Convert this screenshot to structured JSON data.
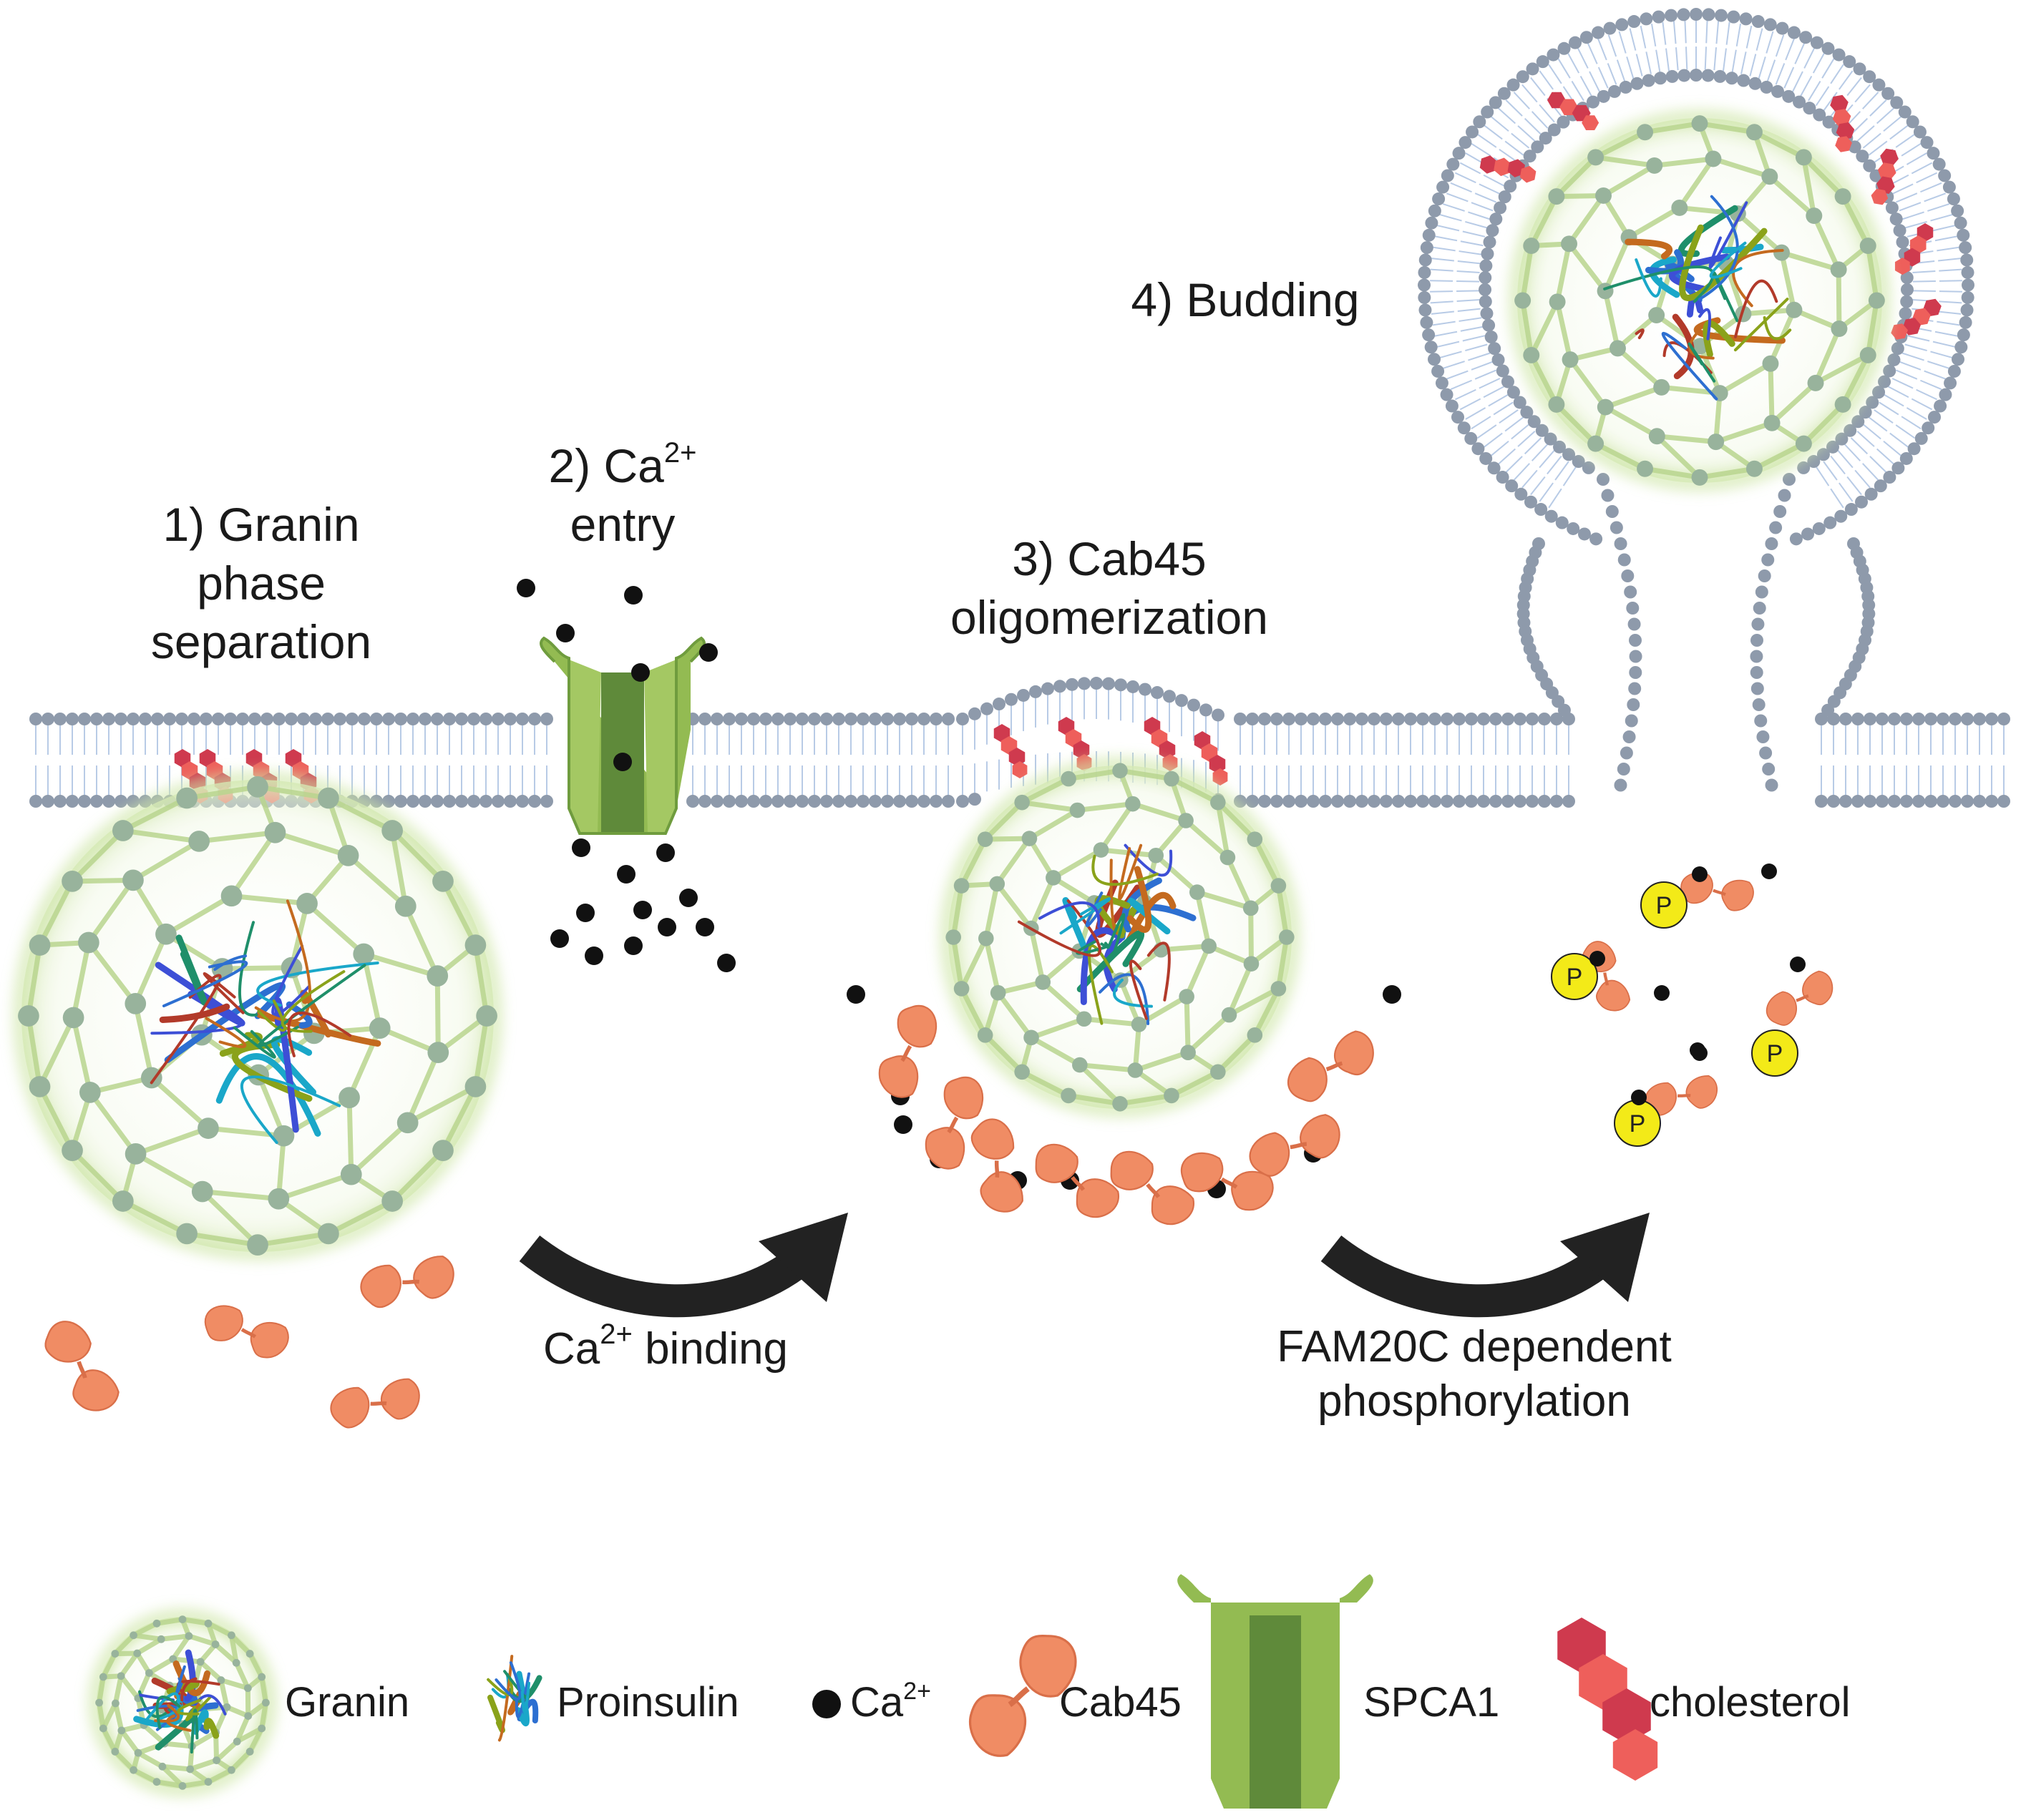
{
  "steps": {
    "s1": {
      "line1": "1) Granin",
      "line2": "phase",
      "line3": "separation"
    },
    "s2": {
      "line1a": "2) Ca",
      "line1sup": "2+",
      "line2": "entry"
    },
    "s3": {
      "line1": "3) Cab45",
      "line2": "oligomerization"
    },
    "s4": {
      "line1": "4) Budding"
    }
  },
  "arrows": {
    "a1": {
      "text": "Ca",
      "sup": "2+",
      "rest": " binding"
    },
    "a2": {
      "line1": "FAM20C dependent",
      "line2": "phosphorylation"
    }
  },
  "phospho_symbol": "P",
  "legend": {
    "granin": "Granin",
    "proinsulin": "Proinsulin",
    "ca": "Ca",
    "ca_sup": "2+",
    "cab45": "Cab45",
    "spca1": "SPCA1",
    "cholesterol": "cholesterol"
  },
  "colors": {
    "membrane_head": "#8e9aab",
    "membrane_tail": "#b8cbe6",
    "granin_cage": "#b9d58e",
    "granin_node": "#98b39c",
    "cab45": "#f08c64",
    "spca1_light": "#93bb52",
    "spca1_dark": "#5f8a3a",
    "cholesterol_dark": "#cf3a4e",
    "cholesterol_light": "#ee5f5b",
    "calcium": "#111111",
    "phosphate": "#f3ea18",
    "arrow": "#222222"
  }
}
